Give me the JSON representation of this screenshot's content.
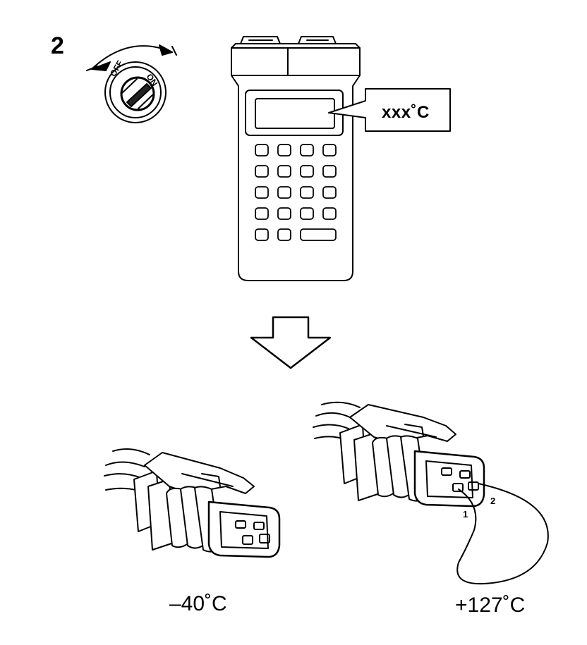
{
  "step_number": "2",
  "ignition_switch": {
    "off_label": "OFF",
    "on_label": "ON"
  },
  "scan_tool": {
    "display_readout": "xxx˚C"
  },
  "connectors": {
    "open_circuit": {
      "reading": "–40˚C"
    },
    "jumpered": {
      "reading": "+127˚C",
      "pin_1": "1",
      "pin_2": "2"
    }
  },
  "colors": {
    "ink": "#000000",
    "paper": "#ffffff",
    "shading": "#222222"
  }
}
